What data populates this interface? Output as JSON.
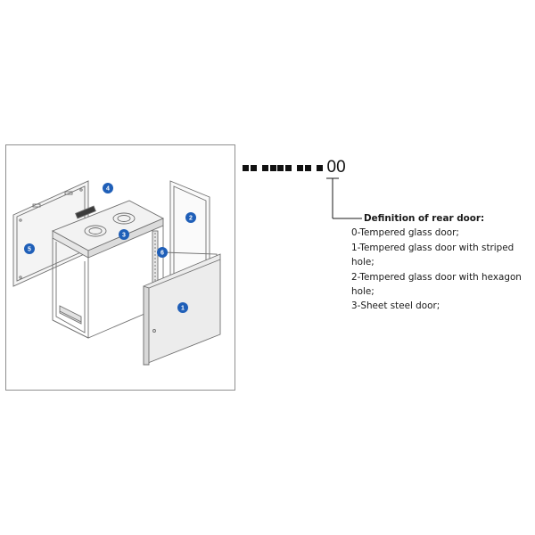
{
  "code": {
    "suffix": "00"
  },
  "definition": {
    "title": "Definition of rear door:",
    "items": [
      "0-Tempered glass door;",
      "1-Tempered glass door with striped hole;",
      "2-Tempered glass door with hexagon hole;",
      "3-Sheet steel door;"
    ]
  },
  "markers": [
    "1",
    "2",
    "3",
    "4",
    "5",
    "6"
  ],
  "colors": {
    "marker_blue": "#1f5fb8",
    "line_gray": "#6f6f6f",
    "text": "#1a1a1a"
  }
}
